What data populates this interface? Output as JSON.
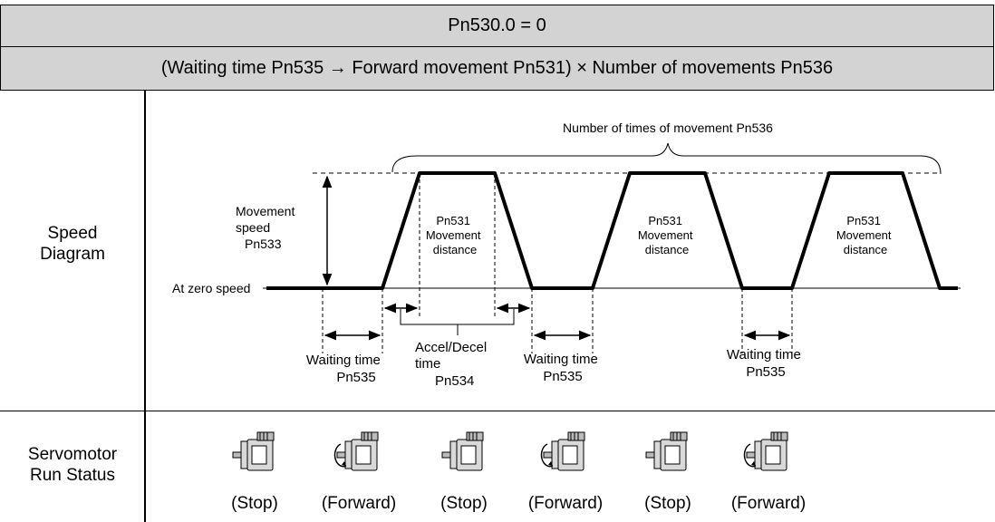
{
  "header": {
    "title": "Pn530.0 = 0",
    "subtitle": "(Waiting time Pn535 → Forward movement Pn531) × Number of movements Pn536"
  },
  "rows": {
    "speed_diagram": [
      "Speed",
      "Diagram"
    ],
    "run_status": [
      "Servomotor",
      "Run Status"
    ]
  },
  "diagram": {
    "times_label": "Number of times of movement Pn536",
    "speed_label": [
      "Movement",
      "speed",
      "Pn533"
    ],
    "zero_label": "At zero speed",
    "distance_label": [
      "Pn531",
      "Movement",
      "distance"
    ],
    "waiting_label": [
      "Waiting time",
      "Pn535"
    ],
    "accel_label": [
      "Accel/Decel",
      "time",
      "Pn534"
    ]
  },
  "status_labels": [
    "(Stop)",
    "(Forward)",
    "(Stop)",
    "(Forward)",
    "(Stop)",
    "(Forward)"
  ],
  "motor_states": [
    "stop",
    "forward",
    "stop",
    "forward",
    "stop",
    "forward"
  ],
  "colors": {
    "header_bg": "#d3d3d3",
    "line": "#000000",
    "motor_body": "#d9d9d9"
  }
}
